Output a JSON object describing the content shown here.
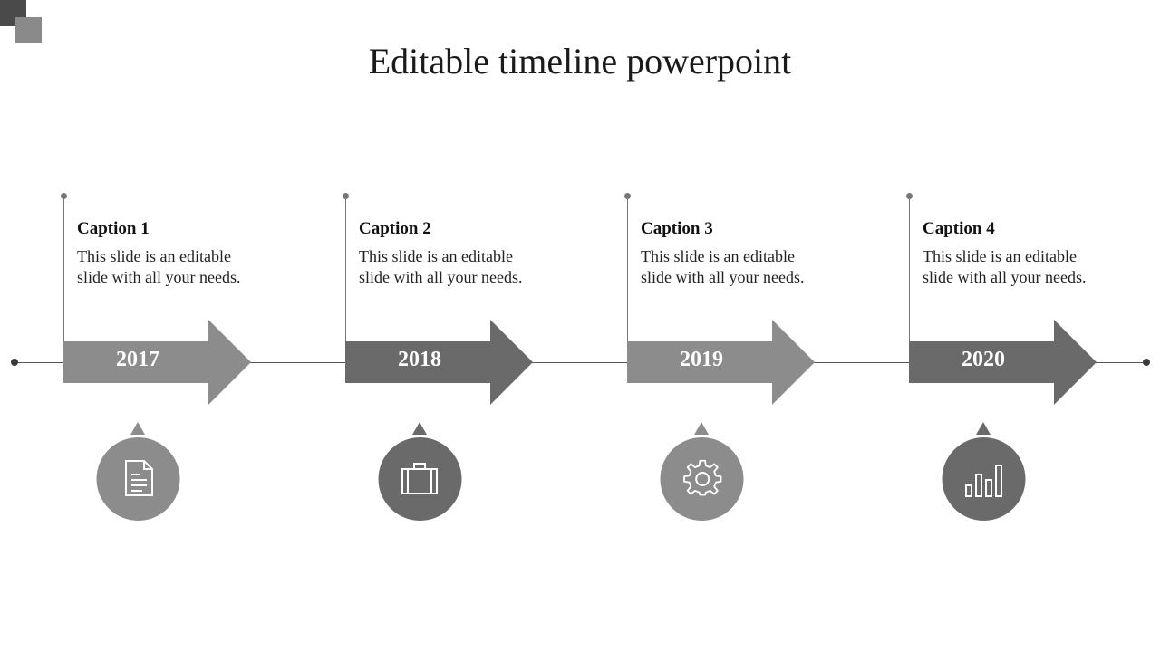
{
  "title": "Editable timeline powerpoint",
  "colors": {
    "light": "#8c8c8c",
    "dark": "#6a6a6a",
    "line": "#555555"
  },
  "milestones": [
    {
      "year": "2017",
      "caption": "Caption 1",
      "text": "This slide is an editable slide with all your needs.",
      "icon": "document-icon",
      "shade": "light"
    },
    {
      "year": "2018",
      "caption": "Caption 2",
      "text": "This slide is an editable slide with all your needs.",
      "icon": "briefcase-icon",
      "shade": "dark"
    },
    {
      "year": "2019",
      "caption": "Caption 3",
      "text": "This slide is an editable slide with all your needs.",
      "icon": "gear-icon",
      "shade": "light"
    },
    {
      "year": "2020",
      "caption": "Caption 4",
      "text": "This slide is an editable slide with all your needs.",
      "icon": "bar-chart-icon",
      "shade": "dark"
    }
  ]
}
